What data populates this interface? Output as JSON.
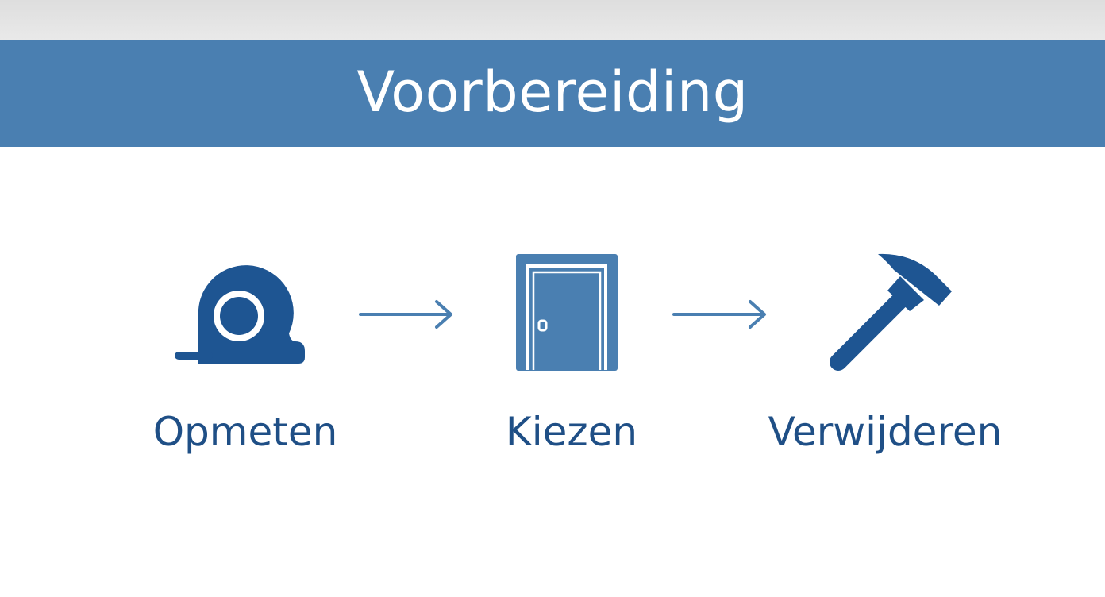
{
  "header": {
    "title": "Voorbereiding"
  },
  "colors": {
    "banner": "#4a7fb1",
    "icon_dark": "#1e5592",
    "icon_mid": "#4a7fb1",
    "label": "#1f4f86",
    "arrow": "#4a7fb1"
  },
  "steps": [
    {
      "label": "Opmeten",
      "icon": "tape-measure-icon"
    },
    {
      "label": "Kiezen",
      "icon": "door-icon"
    },
    {
      "label": "Verwijderen",
      "icon": "hammer-icon"
    }
  ],
  "connectors": [
    "arrow-right-icon",
    "arrow-right-icon"
  ]
}
